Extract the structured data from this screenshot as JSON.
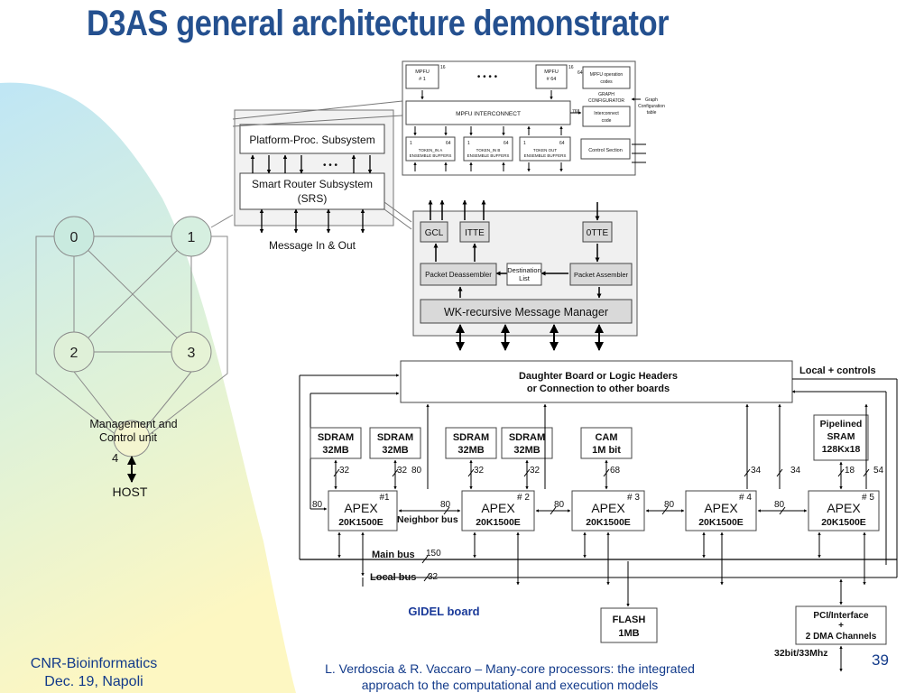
{
  "title": "D3AS general architecture demonstrator",
  "footer": {
    "left_line1": "CNR-Bioinformatics",
    "left_line2": "Dec. 19, Napoli",
    "center_line1": "L. Verdoscia & R. Vaccaro – Many-core processors: the integrated",
    "center_line2": "approach to the computational and execution models",
    "page_number": "39"
  },
  "network": {
    "nodes": [
      "0",
      "1",
      "2",
      "3"
    ],
    "management_line1": "Management and",
    "management_line2": "Control unit",
    "link_label": "4",
    "host": "HOST"
  },
  "platform": {
    "ppsub": "Platform-Proc. Subsystem",
    "srs_line1": "Smart Router Subsystem",
    "srs_line2": "(SRS)",
    "dots": "• • •",
    "msg": "Message In & Out"
  },
  "mpfu": {
    "mpfu1_a": "MPFU",
    "mpfu1_b": "# 1",
    "mpfu64_a": "MPFU",
    "mpfu64_b": "# 64",
    "dots": "•  •  •  •",
    "n16a": "16",
    "n16b": "16",
    "n64": "64",
    "n768": "768",
    "op_a": "MPFU operation",
    "op_b": "codes",
    "graph_a": "GRAPH",
    "graph_b": "CONFIGURATOR",
    "interconnect": "MPFU INTERCONNECT",
    "ic_a": "Interconnect",
    "ic_b": "code",
    "gct_a": "Graph",
    "gct_b": "Configuration",
    "gct_c": "table",
    "control": "Control Section",
    "buf1_a": "TOKEN_IN A",
    "buf1_b": "ENSEMBLE BUFFERS",
    "buf2_a": "TOKEN_IN B",
    "buf2_b": "ENSEMBLE BUFFERS",
    "buf3_a": "TOKEN OUT",
    "buf3_b": "ENSEMBLE BUFFERS",
    "one": "1",
    "sixtyfour": "64"
  },
  "srs_detail": {
    "gcl": "GCL",
    "itte": "ITTE",
    "otte": "0TTE",
    "pd": "Packet Deassembler",
    "dl_a": "Destination",
    "dl_b": "List",
    "pa": "Packet Assembler",
    "wk": "WK-recursive Message Manager"
  },
  "gidel": {
    "daughter_line1": "Daughter Board or Logic Headers",
    "daughter_line2": "or Connection to other boards",
    "local_controls": "Local + controls",
    "sdram_a": "SDRAM",
    "sdram_b": "32MB",
    "cam_a": "CAM",
    "cam_b": "1M bit",
    "pip_a": "Pipelined",
    "pip_b": "SRAM",
    "pip_c": "128Kx18",
    "apex": "APEX",
    "apex_model": "20K1500E",
    "apex_ids": [
      "#1",
      "# 2",
      "# 3",
      "# 4",
      "# 5"
    ],
    "neighbor_bus": "Neighbor bus",
    "main_bus": "Main bus",
    "main_bus_width": "150",
    "local_bus": "Local bus",
    "local_bus_width": "32",
    "board_name": "GIDEL board",
    "flash_a": "FLASH",
    "flash_b": "1MB",
    "pci_a": "PCI/Interface",
    "pci_b": "+",
    "pci_c": "2 DMA Channels",
    "pci_speed": "32bit/33Mhz",
    "w32": "32",
    "w80": "80",
    "w68": "68",
    "w34": "34",
    "w18": "18",
    "w54": "54"
  }
}
